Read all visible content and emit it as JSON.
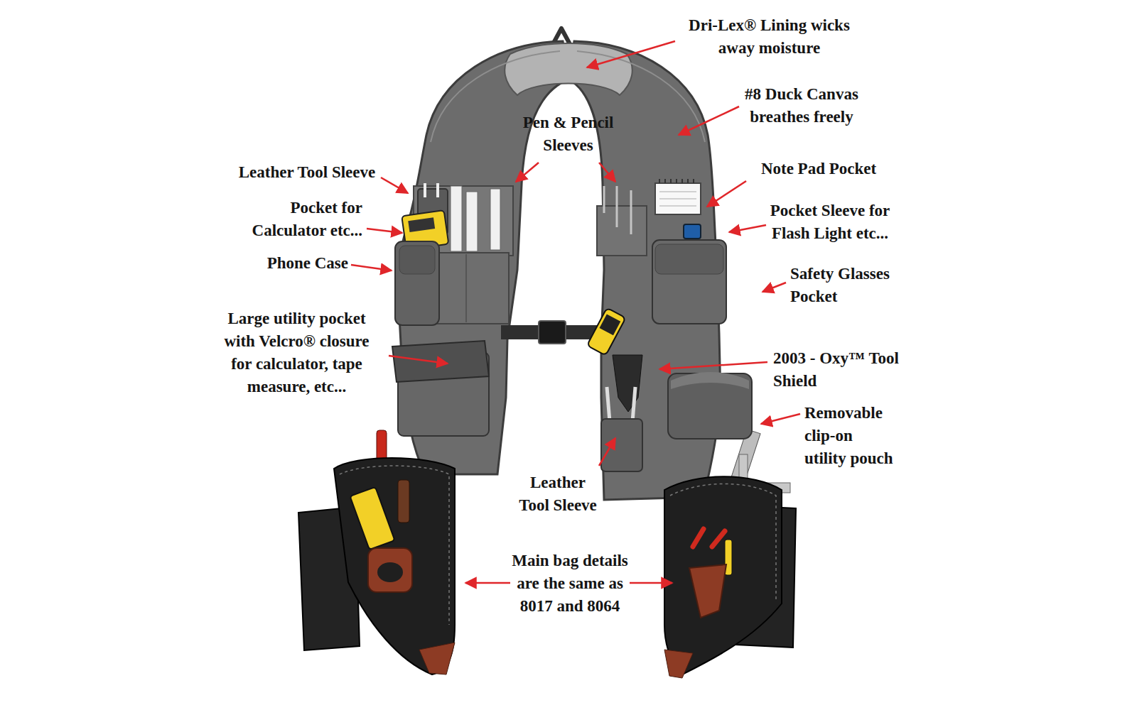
{
  "diagram": {
    "labels": [
      "Dri-Lex® Lining wicks away moisture",
      "#8 Duck Canvas breathes freely",
      "Pen & Pencil Sleeves",
      "Leather Tool Sleeve",
      "Note Pad Pocket",
      "Pocket Sleeve for Flash Light etc...",
      "Pocket for Calculator etc...",
      "Phone Case",
      "Safety Glasses Pocket",
      "Large utility pocket with Velcro® closure for calculator, tape measure, etc...",
      "2003 - Oxy™ Tool Shield",
      "Removable clip-on utility pouch",
      "Leather Tool Sleeve",
      "Main bag details are the same as 8017 and 8064"
    ]
  }
}
